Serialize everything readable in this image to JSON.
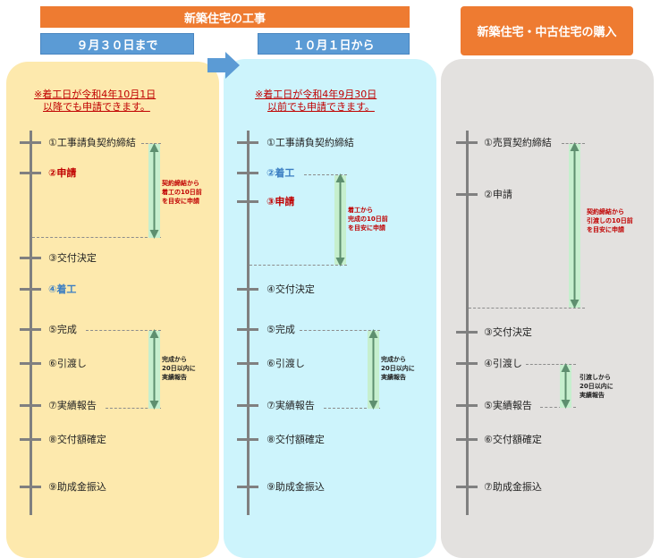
{
  "headers": {
    "new_construction": "新築住宅の工事",
    "before": "９月３０日まで",
    "after": "１０月１日から",
    "purchase": "新築住宅・中古住宅の購入"
  },
  "col1": {
    "note": [
      "※着工日が令和4年10月1日",
      "以降でも申請できます。"
    ],
    "steps": [
      "①工事請負契約締結",
      "②申請",
      "③交付決定",
      "④着工",
      "⑤完成",
      "⑥引渡し",
      "⑦実績報告",
      "⑧交付額確定",
      "⑨助成金振込"
    ],
    "side1": [
      "契約締結から",
      "着工の10日前",
      "を目安に申請"
    ],
    "side2": [
      "完成から",
      "20日以内に",
      "実績報告"
    ]
  },
  "col2": {
    "note": [
      "※着工日が令和4年9月30日",
      "以前でも申請できます。"
    ],
    "steps": [
      "①工事請負契約締結",
      "②着工",
      "③申請",
      "④交付決定",
      "⑤完成",
      "⑥引渡し",
      "⑦実績報告",
      "⑧交付額確定",
      "⑨助成金振込"
    ],
    "side1": [
      "着工から",
      "完成の10日前",
      "を目安に申請"
    ],
    "side2": [
      "完成から",
      "20日以内に",
      "実績報告"
    ]
  },
  "col3": {
    "steps": [
      "①売買契約締結",
      "②申請",
      "③交付決定",
      "④引渡し",
      "⑤実績報告",
      "⑥交付額確定",
      "⑦助成金振込"
    ],
    "side1": [
      "契約締結から",
      "引渡しの10日前",
      "を目安に申請"
    ],
    "side2": [
      "引渡しから",
      "20日以内に",
      "実績報告"
    ]
  },
  "colors": {
    "header_orange": "#ee7b31",
    "header_blue": "#5b9bd5",
    "col1_bg": "#fde9ad",
    "col2_bg": "#cdf4fc",
    "col3_bg": "#e3e1df",
    "highlight_red": "#c00000",
    "highlight_blue": "#3a7dc2",
    "band_green": "#c6efce",
    "arrow_green": "#5e8f6f",
    "timeline_gray": "#808080"
  }
}
